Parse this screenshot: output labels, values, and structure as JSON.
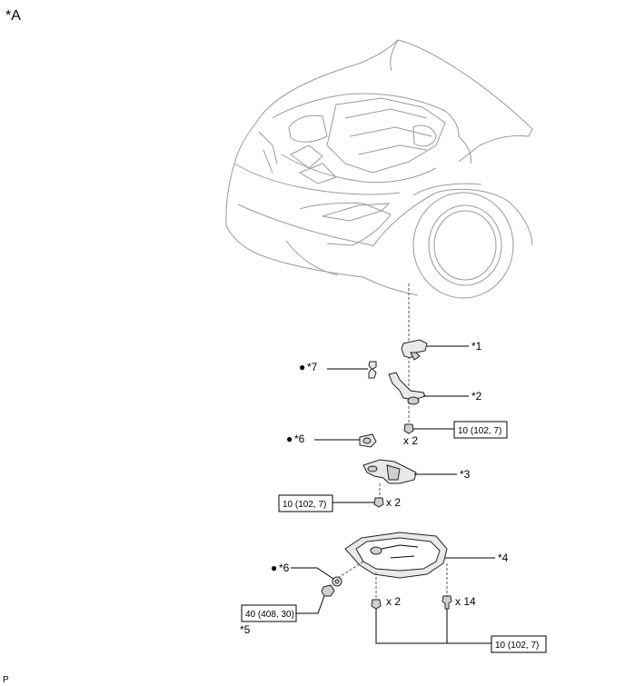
{
  "view_label": "*A",
  "corner_mark": "P",
  "callouts": {
    "c1": "*1",
    "c2": "*2",
    "c3": "*3",
    "c4": "*4",
    "c5": "*5",
    "c6a": "*6",
    "c6b": "*6",
    "c7": "*7"
  },
  "bullet": "●",
  "quantities": {
    "q_nut_upper": "x 2",
    "q_bolt_mid": "x 2",
    "q_bolt_pan_left": "x 2",
    "q_bolt_pan_right": "x 14"
  },
  "torques": {
    "upper": "10 (102, 7)",
    "middle": "10 (102, 7)",
    "plug": "40 (408, 30)",
    "pan": "10 (102, 7)"
  }
}
